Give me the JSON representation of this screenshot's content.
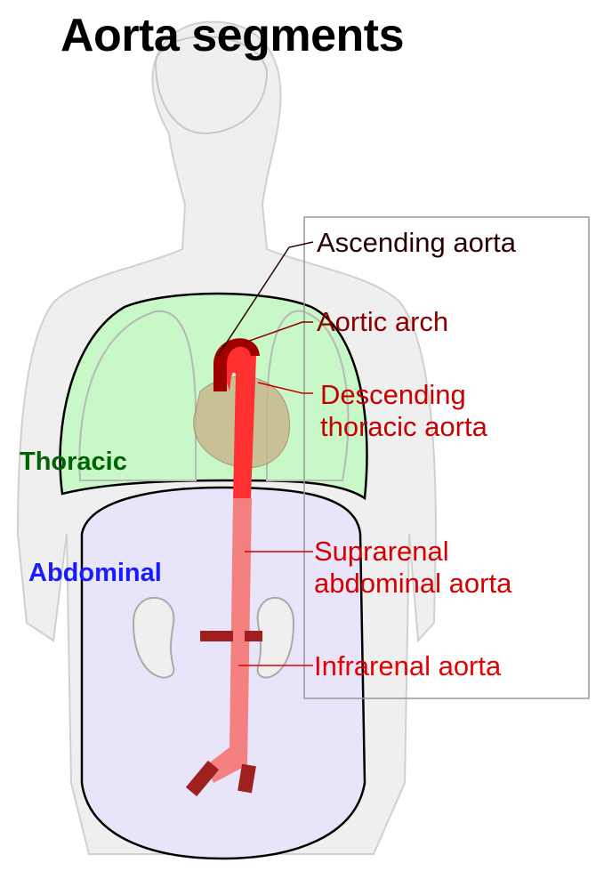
{
  "title": "Aorta segments",
  "regions": {
    "thoracic": {
      "label": "Thoracic",
      "color": "#006400"
    },
    "abdominal": {
      "label": "Abdominal",
      "color": "#1a1aff"
    }
  },
  "segments": [
    {
      "label": "Ascending aorta",
      "color": "#2b0000"
    },
    {
      "label": "Aortic arch",
      "color": "#8b0000"
    },
    {
      "label": "Descending thoracic aorta",
      "line1": "Descending",
      "line2": "thoracic aorta",
      "color": "#c80000"
    },
    {
      "label": "Suprarenal abdominal aorta",
      "line1": "Suprarenal",
      "line2": "abdominal aorta",
      "color": "#d40000"
    },
    {
      "label": "Infrarenal aorta",
      "color": "#e60000"
    }
  ]
}
